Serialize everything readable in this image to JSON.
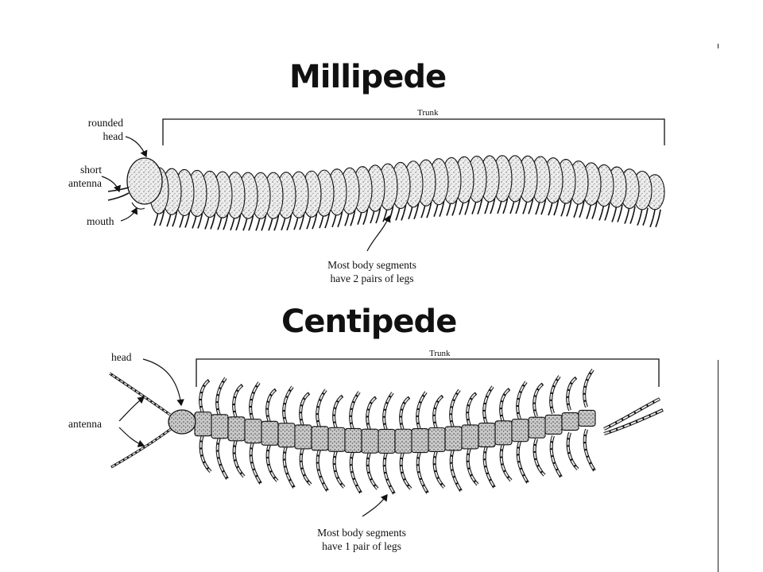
{
  "millipede": {
    "title": "Millipede",
    "trunk_label": "Trunk",
    "head_line1": "rounded",
    "head_line2": "head",
    "antenna_line1": "short",
    "antenna_line2": "antenna",
    "mouth_label": "mouth",
    "legs_line1": "Most body segments",
    "legs_line2": "have 2 pairs of legs"
  },
  "centipede": {
    "title": "Centipede",
    "trunk_label": "Trunk",
    "head_label": "head",
    "antenna_label": "antenna",
    "legs_line1": "Most body segments",
    "legs_line2": "have 1 pair of legs"
  },
  "colors": {
    "ink": "#111111",
    "body_fill": "#e6e6e6",
    "segment_fill": "#bdbdbd",
    "background": "#ffffff"
  }
}
